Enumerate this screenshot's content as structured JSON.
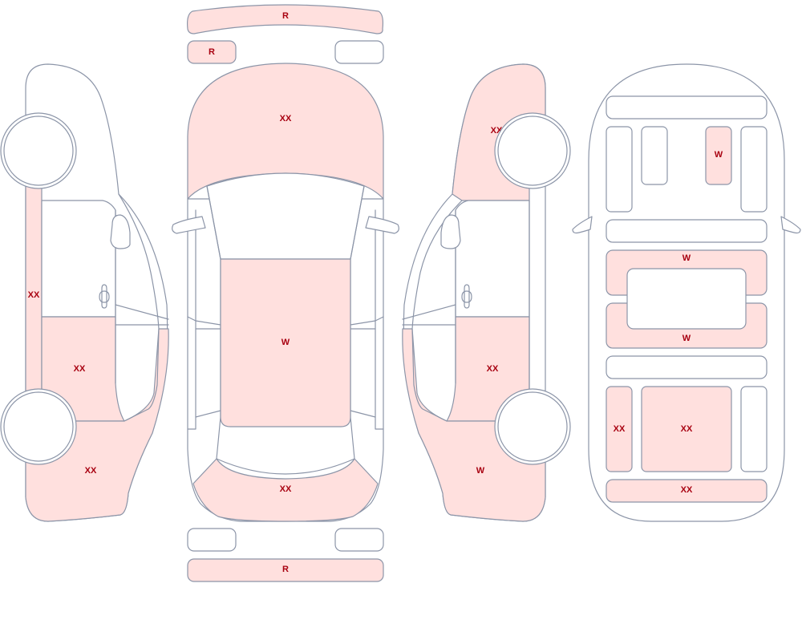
{
  "colors": {
    "marked_fill": "#ffe0de",
    "outline": "#8c95a8",
    "label": "#a80010"
  },
  "top_view": {
    "front_bumper": "R",
    "left_fog_light": "R",
    "hood": "XX",
    "roof": "W",
    "trunk": "XX",
    "rear_bumper": "R"
  },
  "left_side": {
    "a_pillar": "XX",
    "rear_door": "XX",
    "rear_quarter": "XX"
  },
  "right_side": {
    "front_fender": "XX",
    "rear_door": "XX",
    "rear_quarter": "W"
  },
  "underbody": {
    "front_right_rail": "W",
    "crossmember_front": "W",
    "crossmember_rear": "W",
    "left_rear_rail": "XX",
    "rear_floor": "XX",
    "rear_panel": "XX"
  }
}
